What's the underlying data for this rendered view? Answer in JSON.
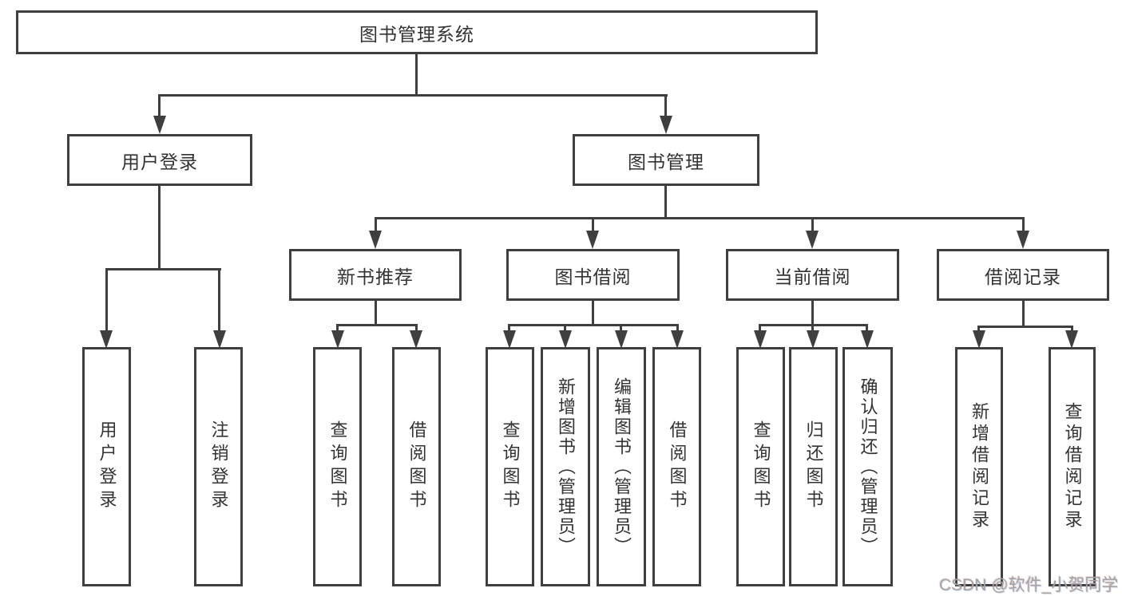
{
  "diagram": {
    "root": {
      "label": "图书管理系统"
    },
    "level2": [
      {
        "label": "用户登录"
      },
      {
        "label": "图书管理"
      }
    ],
    "level3": [
      {
        "label": "新书推荐"
      },
      {
        "label": "图书借阅"
      },
      {
        "label": "当前借阅"
      },
      {
        "label": "借阅记录"
      }
    ],
    "level4": [
      {
        "label": "用户登录"
      },
      {
        "label": "注销登录"
      },
      {
        "label": "查询图书"
      },
      {
        "label": "借阅图书"
      },
      {
        "label": "查询图书"
      },
      {
        "label": "新增图书（管理员）"
      },
      {
        "label": "编辑图书（管理员）"
      },
      {
        "label": "借阅图书"
      },
      {
        "label": "查询图书"
      },
      {
        "label": "归还图书"
      },
      {
        "label": "确认归还（管理员）"
      },
      {
        "label": "新增借阅记录"
      },
      {
        "label": "查询借阅记录"
      }
    ],
    "watermark": "CSDN @软件_小贺同学",
    "colors": {
      "line": "#3f3f3f",
      "text": "#333333",
      "background": "#ffffff",
      "watermark": "#a3a3a3"
    }
  }
}
